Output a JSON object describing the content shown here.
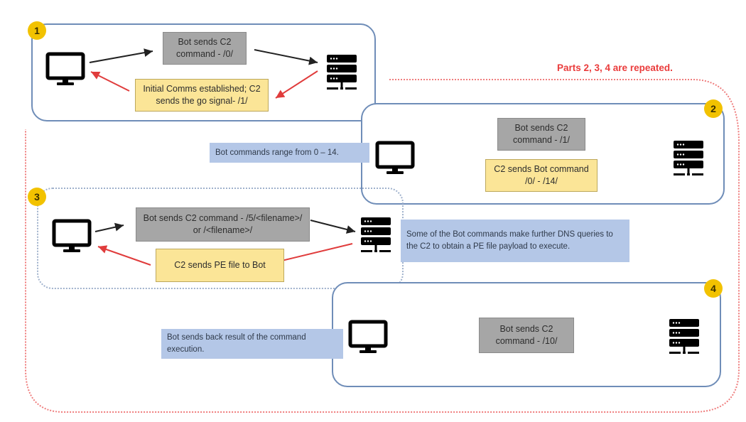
{
  "annotation": {
    "repeat_note": "Parts 2, 3, 4 are repeated."
  },
  "colors": {
    "panel_border": "#6f8db8",
    "badge": "#f2c200",
    "arrow_out": "#222222",
    "arrow_back": "#e03c3c",
    "repeat_boundary": "#ef7d7d",
    "gray_box": "#a6a6a6",
    "yellow_box": "#fbe597",
    "note_box": "#b4c7e7"
  },
  "parts": [
    {
      "number": "1",
      "bot_icon": "monitor-icon",
      "c2_icon": "server-icon",
      "outbound": "Bot sends C2 command - /0/",
      "response": "Initial Comms established; C2 sends the go signal- /1/"
    },
    {
      "number": "2",
      "bot_icon": "monitor-icon",
      "c2_icon": "server-icon",
      "outbound": "Bot sends C2 command - /1/",
      "response": "C2 sends Bot command /0/ - /14/",
      "note": "Bot commands range from 0 – 14."
    },
    {
      "number": "3",
      "bot_icon": "monitor-icon",
      "c2_icon": "server-icon",
      "outbound": "Bot sends C2 command - /5/<filename>/ or /<filename>/",
      "response": "C2 sends PE file to Bot",
      "note": "Some of the Bot commands make further DNS queries to the C2 to obtain a PE file payload to execute."
    },
    {
      "number": "4",
      "bot_icon": "monitor-icon",
      "c2_icon": "server-icon",
      "outbound": "Bot sends C2 command - /10/",
      "note": "Bot sends back result of the command execution."
    }
  ]
}
